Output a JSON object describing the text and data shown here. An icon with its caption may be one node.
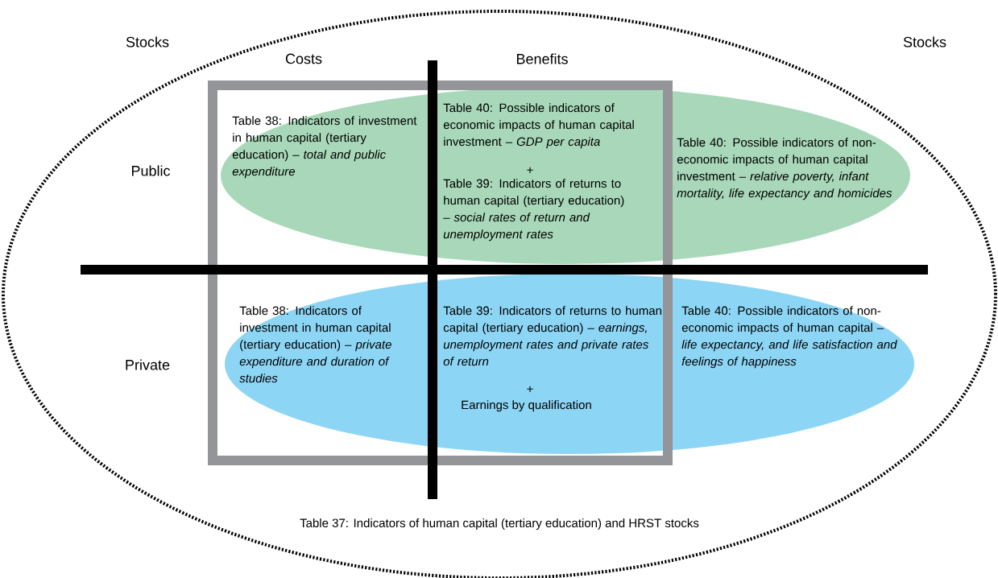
{
  "diagram": {
    "nodes": [
      {
        "text": [
          "Table 37: Indicators of human capital (tertiary education) and HRST stocks"
        ]
      },
      {
        "text": [
          "Table 38: Indicators of investment in human capital (tertiary education) – *total and public expenditure*",
          "Table 40: Possible indicators of economic impacts of human capital investment – *GDP per capita*",
          "+",
          "Table 39: Indicators of returns to human capital (tertiary education) – *social rates of return and unemployment rates*",
          "Table 40: Possible indicators of non-economic impacts of human capital investment – *relative poverty, infant mortality, life expectancy and homicides*"
        ],
        "in": 0
      },
      {
        "text": [
          "Table 38: Indicators of investment in human capital (tertiary education) – *private expenditure and duration of studies*",
          "Table 39: Indicators of returns to human capital (tertiary education) – *earnings, unemployment rates and private rates of return*",
          "+",
          "Earnings by qualification",
          "Table 40: Possible indicators of non-economic impacts of human capital – *life expectancy, and life satisfaction and feelings of happiness*"
        ],
        "in": 0
      }
    ],
    "labels": [
      "Stocks",
      "Stocks",
      "Costs",
      "Benefits",
      "Public",
      "Private"
    ]
  }
}
